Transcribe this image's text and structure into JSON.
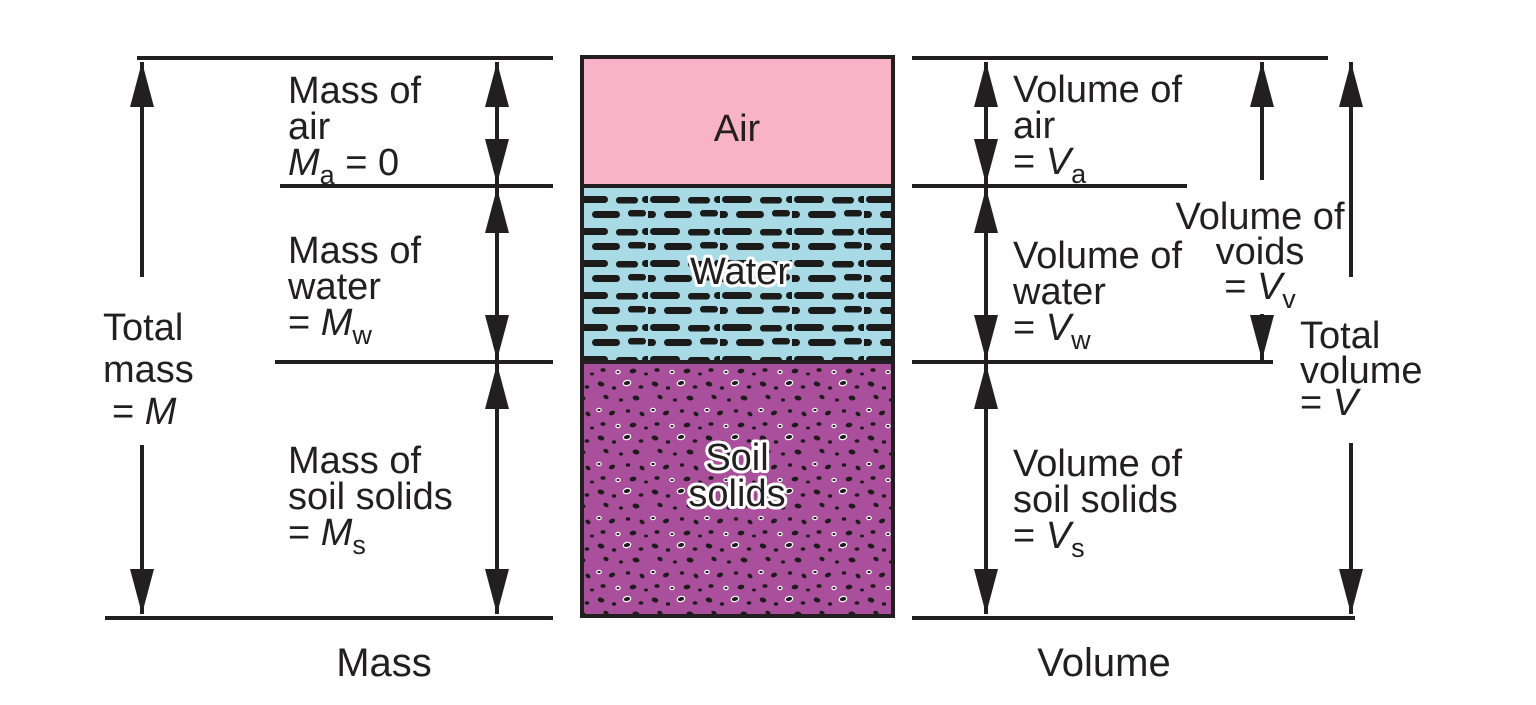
{
  "figure": {
    "description": "Soil three-phase diagram (air, water, soil solids) with mass and volume relationships",
    "colors": {
      "ink": "#231f20",
      "air_pink": "#f8b3c8",
      "water_blue": "#a8dbe6",
      "soil_purple": "#a94f9b"
    },
    "column": {
      "air_label": "Air",
      "water_label": "Water",
      "soil_label_line1": "Soil",
      "soil_label_line2": "solids"
    },
    "mass_side": {
      "axis": "Mass",
      "air": {
        "l1": "Mass of",
        "l2": "air",
        "eq_sym": "M",
        "eq_sub": "a",
        "eq_post": " = 0"
      },
      "water": {
        "l1": "Mass of",
        "l2": "water",
        "eq_pre": "= ",
        "eq_sym": "M",
        "eq_sub": "w"
      },
      "soil": {
        "l1": "Mass of",
        "l2": "soil solids",
        "eq_pre": "= ",
        "eq_sym": "M",
        "eq_sub": "s"
      },
      "total": {
        "l1": "Total",
        "l2": "mass",
        "eq_pre": "= ",
        "eq_sym": "M"
      }
    },
    "volume_side": {
      "axis": "Volume",
      "air": {
        "l1": "Volume of",
        "l2": "air",
        "eq_pre": "= ",
        "eq_sym": "V",
        "eq_sub": "a"
      },
      "water": {
        "l1": "Volume of",
        "l2": "water",
        "eq_pre": "= ",
        "eq_sym": "V",
        "eq_sub": "w"
      },
      "voids": {
        "l1": "Volume of",
        "l2": "voids",
        "eq_pre": "= ",
        "eq_sym": "V",
        "eq_sub": "v"
      },
      "soil": {
        "l1": "Volume of",
        "l2": "soil solids",
        "eq_pre": "= ",
        "eq_sym": "V",
        "eq_sub": "s"
      },
      "total": {
        "l1": "Total",
        "l2": "volume",
        "eq_pre": "= ",
        "eq_sym": "V"
      }
    }
  }
}
